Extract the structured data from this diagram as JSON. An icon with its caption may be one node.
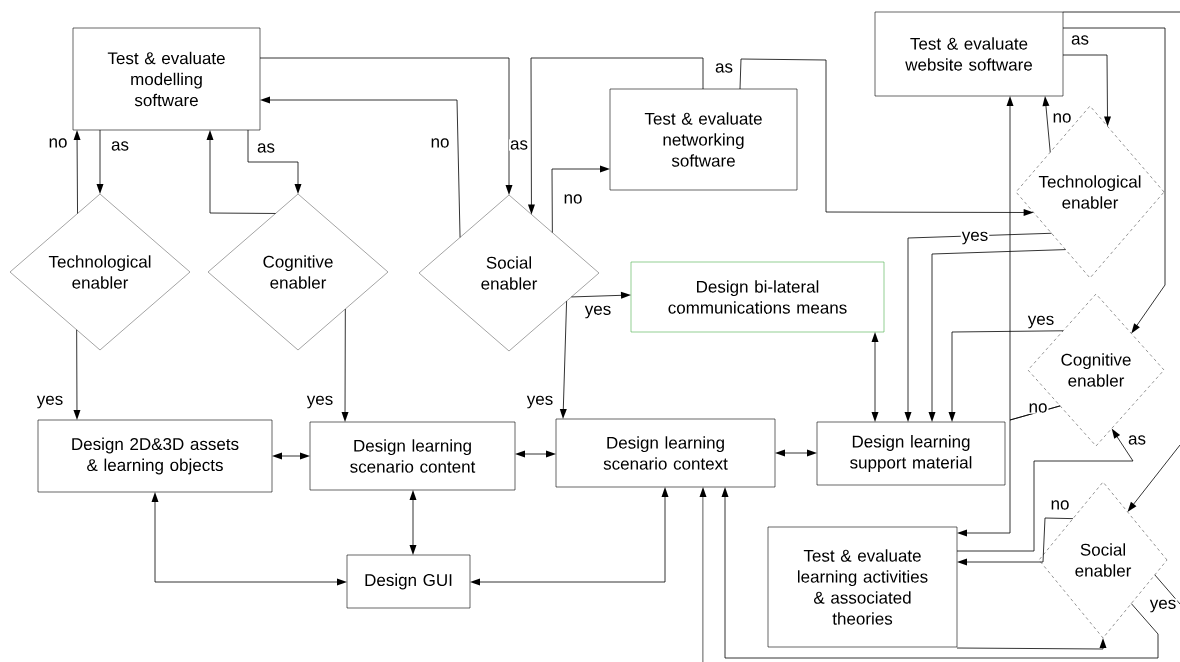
{
  "diagram": {
    "nodes": [
      {
        "text": [
          "Test & evaluate modelling software"
        ]
      },
      {
        "text": [
          "Test & evaluate networking software"
        ]
      },
      {
        "text": [
          "Test & evaluate website software"
        ]
      },
      {
        "text": [
          "Technological enabler"
        ]
      },
      {
        "text": [
          "Cognitive enabler"
        ]
      },
      {
        "text": [
          "Social enabler"
        ]
      },
      {
        "text": [
          "Technological enabler"
        ]
      },
      {
        "text": [
          "Design bi-lateral communications means"
        ]
      },
      {
        "text": [
          "Cognitive enabler"
        ]
      },
      {
        "text": [
          "Design 2D&3D assets & learning objects"
        ]
      },
      {
        "text": [
          "Design learning scenario content"
        ]
      },
      {
        "text": [
          "Design learning scenario context"
        ]
      },
      {
        "text": [
          "Design learning support material"
        ]
      },
      {
        "text": [
          "Social enabler"
        ]
      },
      {
        "text": [
          "Test & evaluate learning activities & associated theories"
        ]
      },
      {
        "text": [
          "Design GUI"
        ]
      }
    ],
    "edges": [
      {
        "from": 0,
        "to": 3,
        "arrow": "to",
        "label": "as"
      },
      {
        "from": 3,
        "to": 0,
        "arrow": "to",
        "label": "no"
      },
      {
        "from": 0,
        "to": 4,
        "arrow": "to",
        "label": "as"
      },
      {
        "from": 4,
        "to": 0,
        "arrow": "to"
      },
      {
        "from": 5,
        "to": 0,
        "arrow": "to",
        "label": "no"
      },
      {
        "from": 0,
        "to": 5,
        "arrow": "to",
        "label": "as"
      },
      {
        "from": 1,
        "to": 5,
        "arrow": "to"
      },
      {
        "from": 5,
        "to": 1,
        "arrow": "to",
        "label": "no"
      },
      {
        "from": 1,
        "to": 6,
        "arrow": "to",
        "label": "as"
      },
      {
        "from": 5,
        "to": 7,
        "arrow": "to",
        "label": "yes"
      },
      {
        "from": 5,
        "to": 11,
        "arrow": "to",
        "label": "yes"
      },
      {
        "from": 3,
        "to": 9,
        "arrow": "to",
        "label": "yes"
      },
      {
        "from": 4,
        "to": 10,
        "arrow": "to",
        "label": "yes"
      },
      {
        "from": 9,
        "to": 10,
        "arrow": "both"
      },
      {
        "from": 10,
        "to": 11,
        "arrow": "both"
      },
      {
        "from": 11,
        "to": 12,
        "arrow": "both"
      },
      {
        "from": 7,
        "to": 12,
        "arrow": "both"
      },
      {
        "from": 10,
        "to": 15,
        "arrow": "both"
      },
      {
        "from": 9,
        "to": 15,
        "arrow": "both"
      },
      {
        "from": 11,
        "to": 15,
        "arrow": "both"
      },
      {
        "from": 2,
        "to": 6,
        "arrow": "to",
        "label": "as"
      },
      {
        "from": 6,
        "to": 2,
        "arrow": "to",
        "label": "no"
      },
      {
        "from": 6,
        "to": 12,
        "arrow": "to",
        "label": "yes"
      },
      {
        "from": 6,
        "to": 12,
        "arrow": "to"
      },
      {
        "from": 8,
        "to": 12,
        "arrow": "to",
        "label": "yes"
      },
      {
        "from": 8,
        "to": 2,
        "arrow": "to"
      },
      {
        "from": 8,
        "to": 14,
        "arrow": "to",
        "label": "no"
      },
      {
        "from": 14,
        "to": 8,
        "arrow": "to",
        "label": "as"
      },
      {
        "from": 13,
        "to": 14,
        "arrow": "to",
        "label": "no"
      },
      {
        "from": 14,
        "to": 13,
        "arrow": "to"
      },
      {
        "from": 13,
        "to": 11,
        "arrow": "to",
        "label": "yes"
      },
      {
        "from": 13,
        "to": null,
        "arrow": "none"
      },
      {
        "from": null,
        "to": 11,
        "arrow": "to"
      },
      {
        "from": null,
        "to": 13,
        "arrow": "to"
      },
      {
        "from": 2,
        "to": 8,
        "arrow": "to"
      },
      {
        "from": 2,
        "to": null,
        "arrow": "none"
      }
    ]
  }
}
